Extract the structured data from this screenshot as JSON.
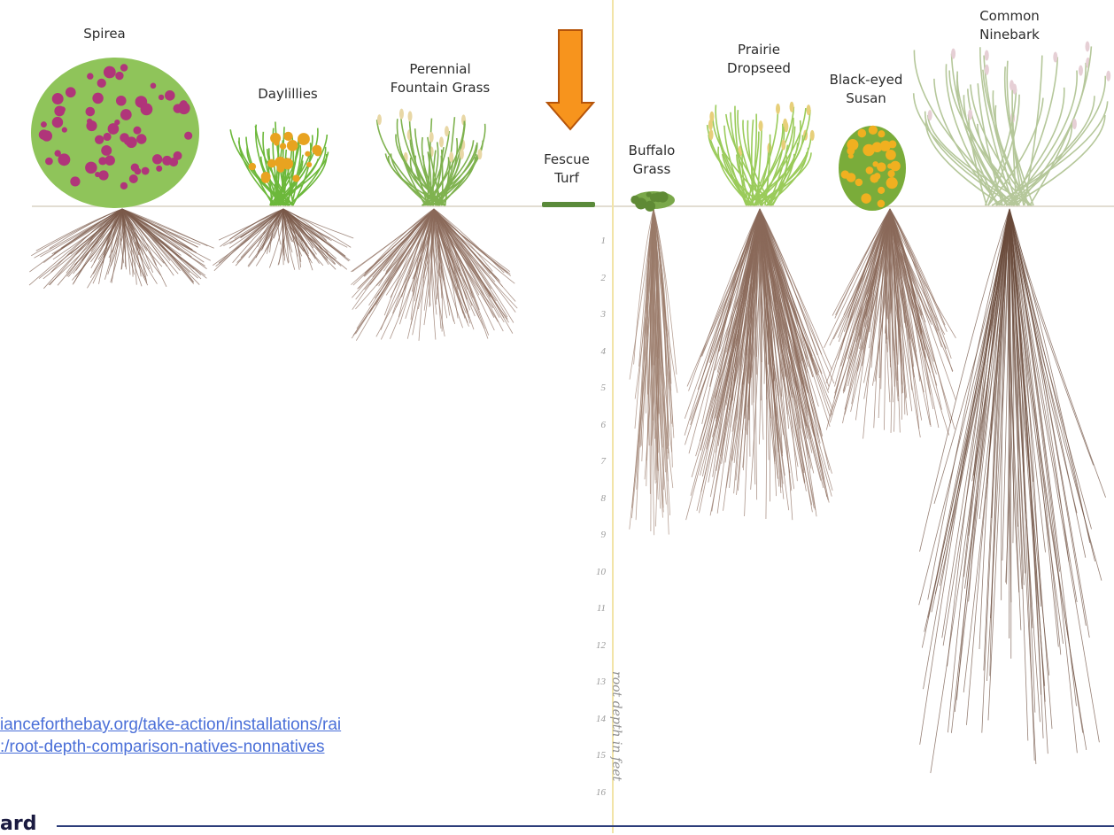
{
  "plants": [
    {
      "id": "spirea",
      "label": "Spirea"
    },
    {
      "id": "daylillies",
      "label": "Daylillies"
    },
    {
      "id": "fountain-grass",
      "label": "Perennial\nFountain Grass"
    },
    {
      "id": "fescue",
      "label": "Fescue\nTurf"
    },
    {
      "id": "buffalo",
      "label": "Buffalo\nGrass"
    },
    {
      "id": "dropseed",
      "label": "Prairie\nDropseed"
    },
    {
      "id": "susan",
      "label": "Black-eyed\nSusan"
    },
    {
      "id": "ninebark",
      "label": "Common\nNinebark"
    }
  ],
  "depth_axis": {
    "title": "root depth in feet",
    "ticks": [
      "1",
      "2",
      "3",
      "4",
      "5",
      "6",
      "7",
      "8",
      "9",
      "10",
      "11",
      "12",
      "13",
      "14",
      "15",
      "16"
    ]
  },
  "source": {
    "line1": "ianceforthebay.org/take-action/installations/rai",
    "line2": ":/root-depth-comparison-natives-nonnatives"
  },
  "footer": {
    "word": "ard"
  },
  "colors": {
    "arrow": "#f7941d",
    "arrow_outline": "#b5540a",
    "root": "#7a5a4a",
    "axis": "#f2e4a8",
    "link": "#4a6fd8",
    "rule": "#2c3d7a"
  }
}
